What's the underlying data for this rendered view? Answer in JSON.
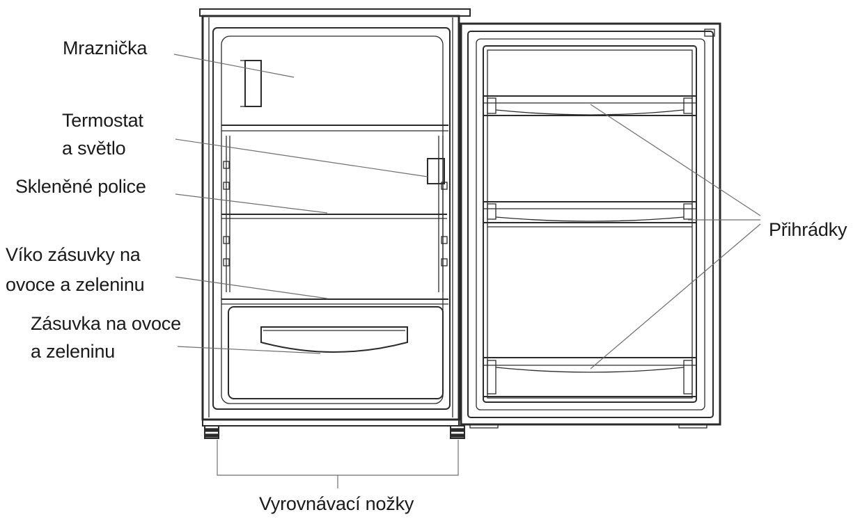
{
  "labels": {
    "freezer": "Mraznička",
    "thermostat_line1": "Termostat",
    "thermostat_line2": "a světlo",
    "glass_shelves": "Skleněné police",
    "crisper_cover_line1": "Víko zásuvky na",
    "crisper_cover_line2": "ovoce a zeleninu",
    "crisper_drawer_line1": "Zásuvka na ovoce",
    "crisper_drawer_line2": "a zeleninu",
    "door_bins": "Přihrádky",
    "leveling_feet": "Vyrovnávací nožky"
  },
  "colors": {
    "outline": "#2b2b2b",
    "leader": "#6e6e6e",
    "text": "#1a1a1a",
    "background": "#ffffff"
  }
}
